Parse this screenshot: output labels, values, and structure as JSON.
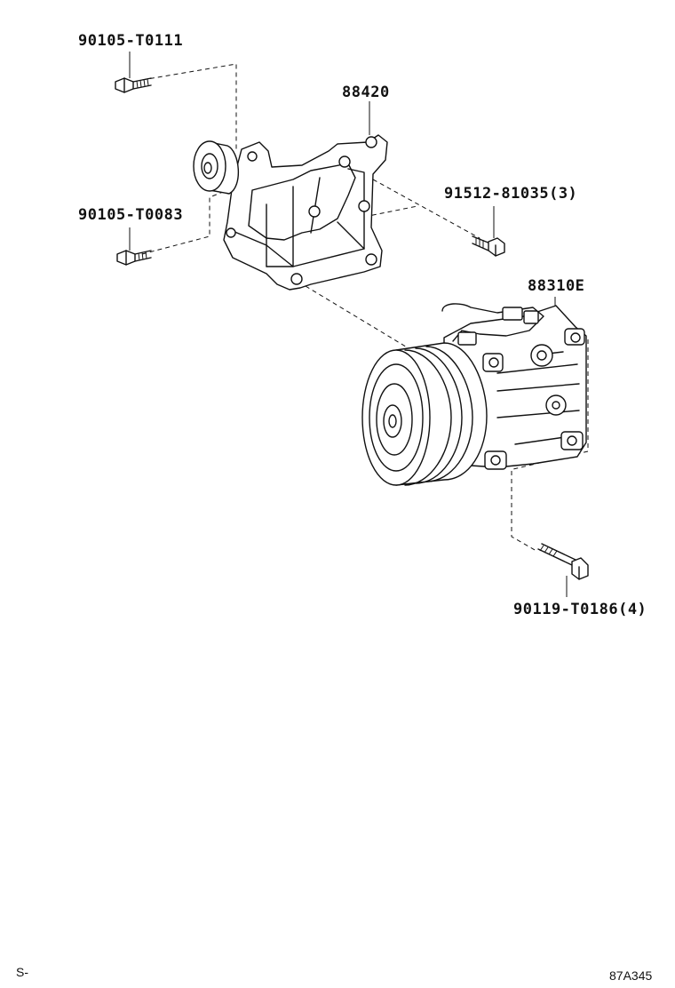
{
  "parts": {
    "bolt_top_left": "90105-T0111",
    "bracket": "88420",
    "bolt_middle_left": "90105-T0083",
    "bolt_bracket_right": "91512-81035(3)",
    "compressor": "88310E",
    "bolt_long": "90119-T0186(4)"
  },
  "footer": {
    "left_mark": "S-",
    "drawing_code": "87A345"
  }
}
